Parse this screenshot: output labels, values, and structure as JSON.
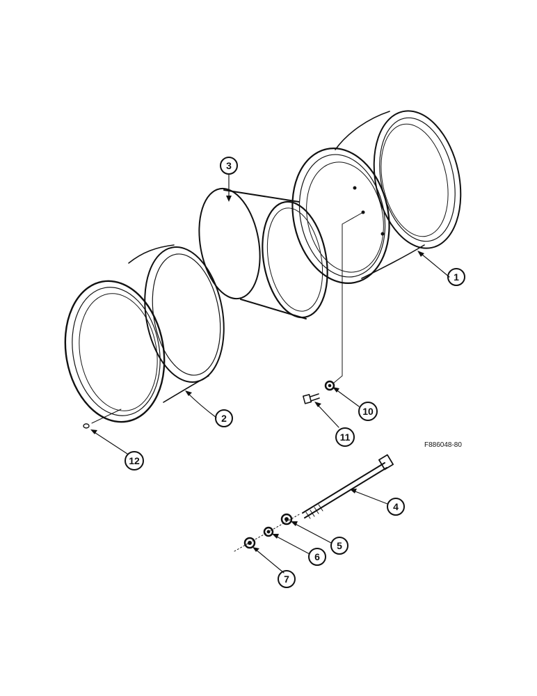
{
  "figure_ref": "F886048-80",
  "callouts": {
    "c1": "1",
    "c2": "2",
    "c3": "3",
    "c4": "4",
    "c5": "5",
    "c6": "6",
    "c7": "7",
    "c10": "10",
    "c11": "11",
    "c12": "12"
  },
  "colors": {
    "ink": "#111111",
    "paper": "#ffffff"
  }
}
